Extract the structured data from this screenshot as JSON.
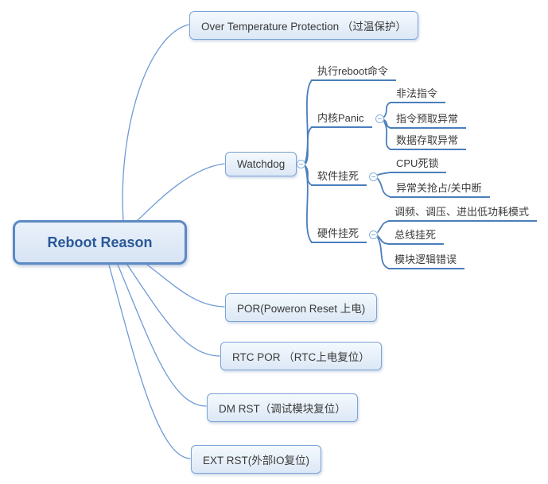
{
  "colors": {
    "background": "#ffffff",
    "box_border": "#7ba3d6",
    "box_fill_top": "#f4f9fd",
    "box_fill_bottom": "#dce8f6",
    "root_border": "#5b8ac4",
    "root_fill_top": "#eaf1fa",
    "root_fill_bottom": "#d7e4f4",
    "root_text": "#2a5898",
    "node_text": "#3a3a3a",
    "underline": "#4a7ebb",
    "branch_curve": "#6f9bd5",
    "collapse_border": "#8ab0de"
  },
  "mindmap": {
    "root": {
      "label": "Reboot Reason"
    },
    "branches": [
      {
        "id": "overtemp",
        "style": "box",
        "label": "Over Temperature Protection （过温保护）"
      },
      {
        "id": "watchdog",
        "style": "box",
        "label": "Watchdog",
        "collapse_icon": "minus",
        "children": [
          {
            "label": "执行reboot命令",
            "style": "line"
          },
          {
            "label": "内核Panic",
            "style": "line",
            "collapse_icon": "minus",
            "children": [
              {
                "label": "非法指令",
                "style": "line"
              },
              {
                "label": "指令预取异常",
                "style": "line"
              },
              {
                "label": "数据存取异常",
                "style": "line"
              }
            ]
          },
          {
            "label": "软件挂死",
            "style": "line",
            "collapse_icon": "minus",
            "children": [
              {
                "label": "CPU死锁",
                "style": "line"
              },
              {
                "label": "异常关抢占/关中断",
                "style": "line"
              }
            ]
          },
          {
            "label": "硬件挂死",
            "style": "line",
            "collapse_icon": "minus",
            "children": [
              {
                "label": "调频、调压、进出低功耗模式",
                "style": "line"
              },
              {
                "label": "总线挂死",
                "style": "line"
              },
              {
                "label": "模块逻辑错误",
                "style": "line"
              }
            ]
          }
        ]
      },
      {
        "id": "por",
        "style": "box",
        "label": "POR(Poweron Reset 上电)"
      },
      {
        "id": "rtc_por",
        "style": "box",
        "label": "RTC POR （RTC上电复位）"
      },
      {
        "id": "dm_rst",
        "style": "box",
        "label": "DM RST（调试模块复位）"
      },
      {
        "id": "ext_rst",
        "style": "box",
        "label": "EXT RST(外部IO复位)"
      }
    ]
  }
}
